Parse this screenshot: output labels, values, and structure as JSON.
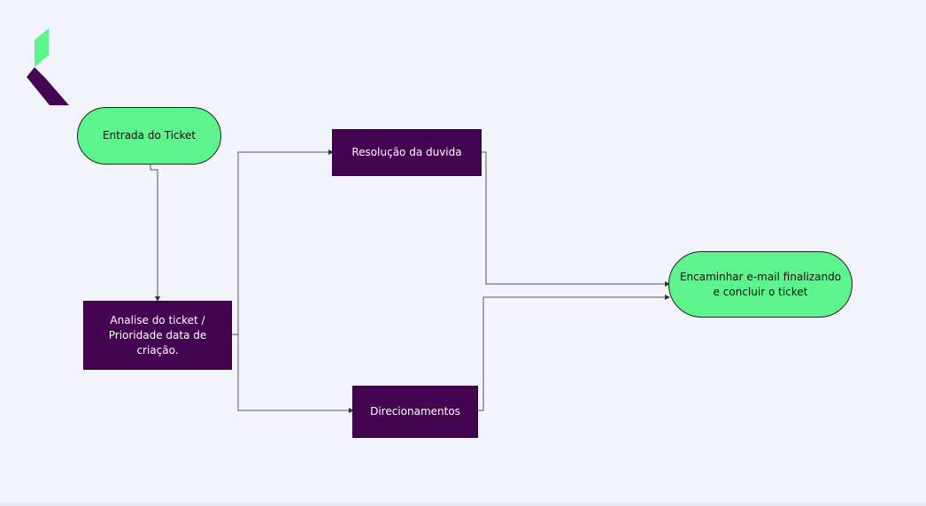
{
  "colors": {
    "background": "#f3f3fc",
    "process_fill": "#450452",
    "terminal_fill": "#5ef48d",
    "logo_green": "#5ef48d",
    "logo_purple": "#450452",
    "connector": "#555555"
  },
  "logo": {
    "icon": "brand-logo-icon"
  },
  "nodes": {
    "entrada": "Entrada do Ticket",
    "analise": "Analise do ticket / Prioridade data de criação.",
    "resolucao": "Resolução da  duvida",
    "direcionamentos": "Direcionamentos",
    "encaminhar": "Encaminhar e-mail finalizando e concluir o ticket"
  },
  "edges": [
    {
      "from": "entrada",
      "to": "analise"
    },
    {
      "from": "analise",
      "to": "resolucao"
    },
    {
      "from": "analise",
      "to": "direcionamentos"
    },
    {
      "from": "resolucao",
      "to": "encaminhar"
    },
    {
      "from": "direcionamentos",
      "to": "encaminhar"
    }
  ]
}
